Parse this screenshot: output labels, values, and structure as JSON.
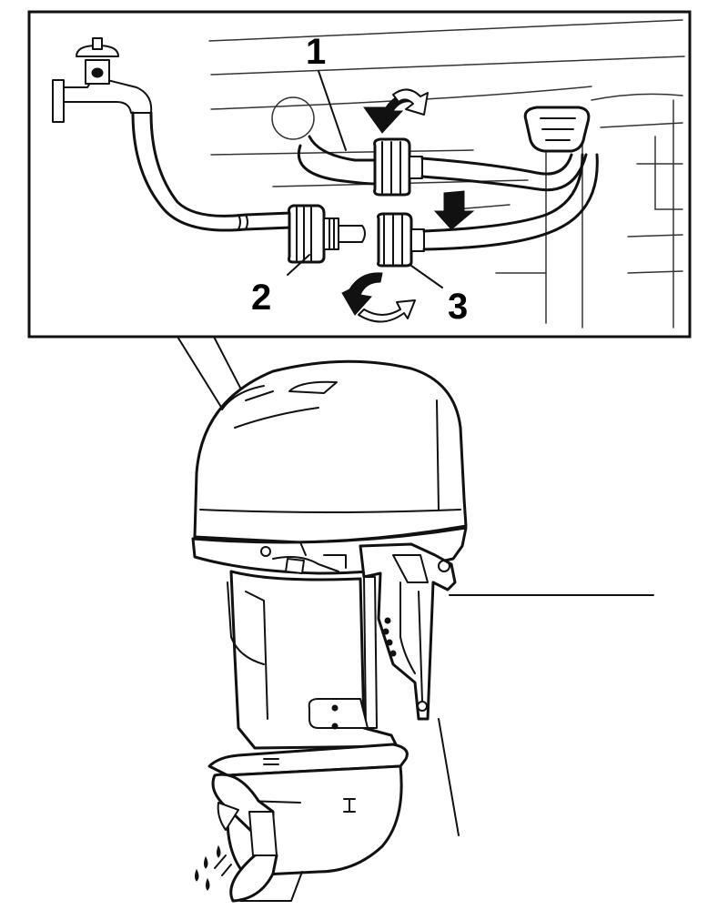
{
  "callouts": [
    {
      "id": "1",
      "label": "1"
    },
    {
      "id": "2",
      "label": "2"
    },
    {
      "id": "3",
      "label": "3"
    }
  ],
  "colors": {
    "line": "#111111",
    "background": "#ffffff"
  },
  "icons": [
    "rotate-arrow-icon",
    "down-arrow-icon",
    "water-tap-icon"
  ]
}
